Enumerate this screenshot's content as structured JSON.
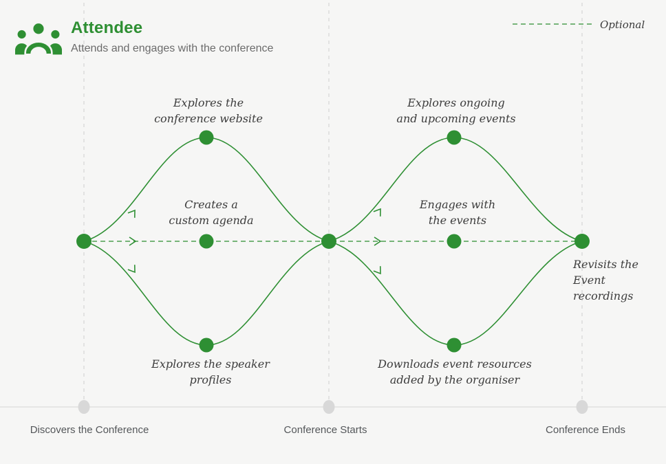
{
  "persona": {
    "title": "Attendee",
    "subtitle": "Attends and engages with the conference",
    "icon": "people-group-icon"
  },
  "legend": {
    "optional_label": "Optional"
  },
  "journey": {
    "activities": [
      {
        "id": "explores-website",
        "text": "Explores the\nconference website"
      },
      {
        "id": "custom-agenda",
        "text": "Creates a\ncustom agenda"
      },
      {
        "id": "speaker-profiles",
        "text": "Explores the speaker\nprofiles"
      },
      {
        "id": "ongoing-events",
        "text": "Explores ongoing\nand upcoming events"
      },
      {
        "id": "engages-events",
        "text": "Engages with\nthe events"
      },
      {
        "id": "downloads-resources",
        "text": "Downloads event resources\nadded by the organiser"
      },
      {
        "id": "revisits-recordings",
        "text": "Revisits the\nEvent recordings"
      }
    ],
    "milestones": [
      {
        "label": "Discovers the Conference"
      },
      {
        "label": "Conference Starts"
      },
      {
        "label": "Conference Ends"
      }
    ]
  },
  "colors": {
    "accent_green": "#2e8f33",
    "grid_gray": "#d4d4d4",
    "milestone_dot_gray": "#d8d8d8",
    "label_dark": "#3c3c3c",
    "milestone_text_gray": "#54575a",
    "background": "#f6f6f5"
  }
}
